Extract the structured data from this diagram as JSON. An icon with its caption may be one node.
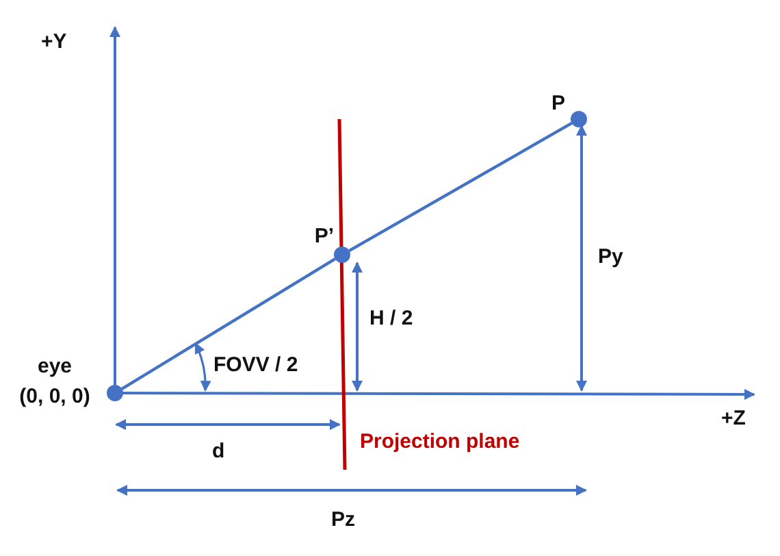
{
  "diagram": {
    "nodes": [
      {
        "text": [],
        "shape": "circle",
        "beside": [
          "eye",
          "(0, 0, 0)"
        ]
      },
      {
        "text": [],
        "shape": "circle",
        "beside": [
          "P’"
        ]
      },
      {
        "text": [],
        "shape": "circle",
        "beside": [
          "P"
        ]
      }
    ],
    "edges": [
      {
        "from": 0,
        "to": 1,
        "arrow": "none"
      },
      {
        "from": 1,
        "to": 2,
        "arrow": "none"
      }
    ],
    "labels": [
      "+Y",
      "FOVV / 2",
      "H / 2",
      "Py",
      "+Z",
      "d",
      "Projection plane",
      "Pz"
    ]
  }
}
